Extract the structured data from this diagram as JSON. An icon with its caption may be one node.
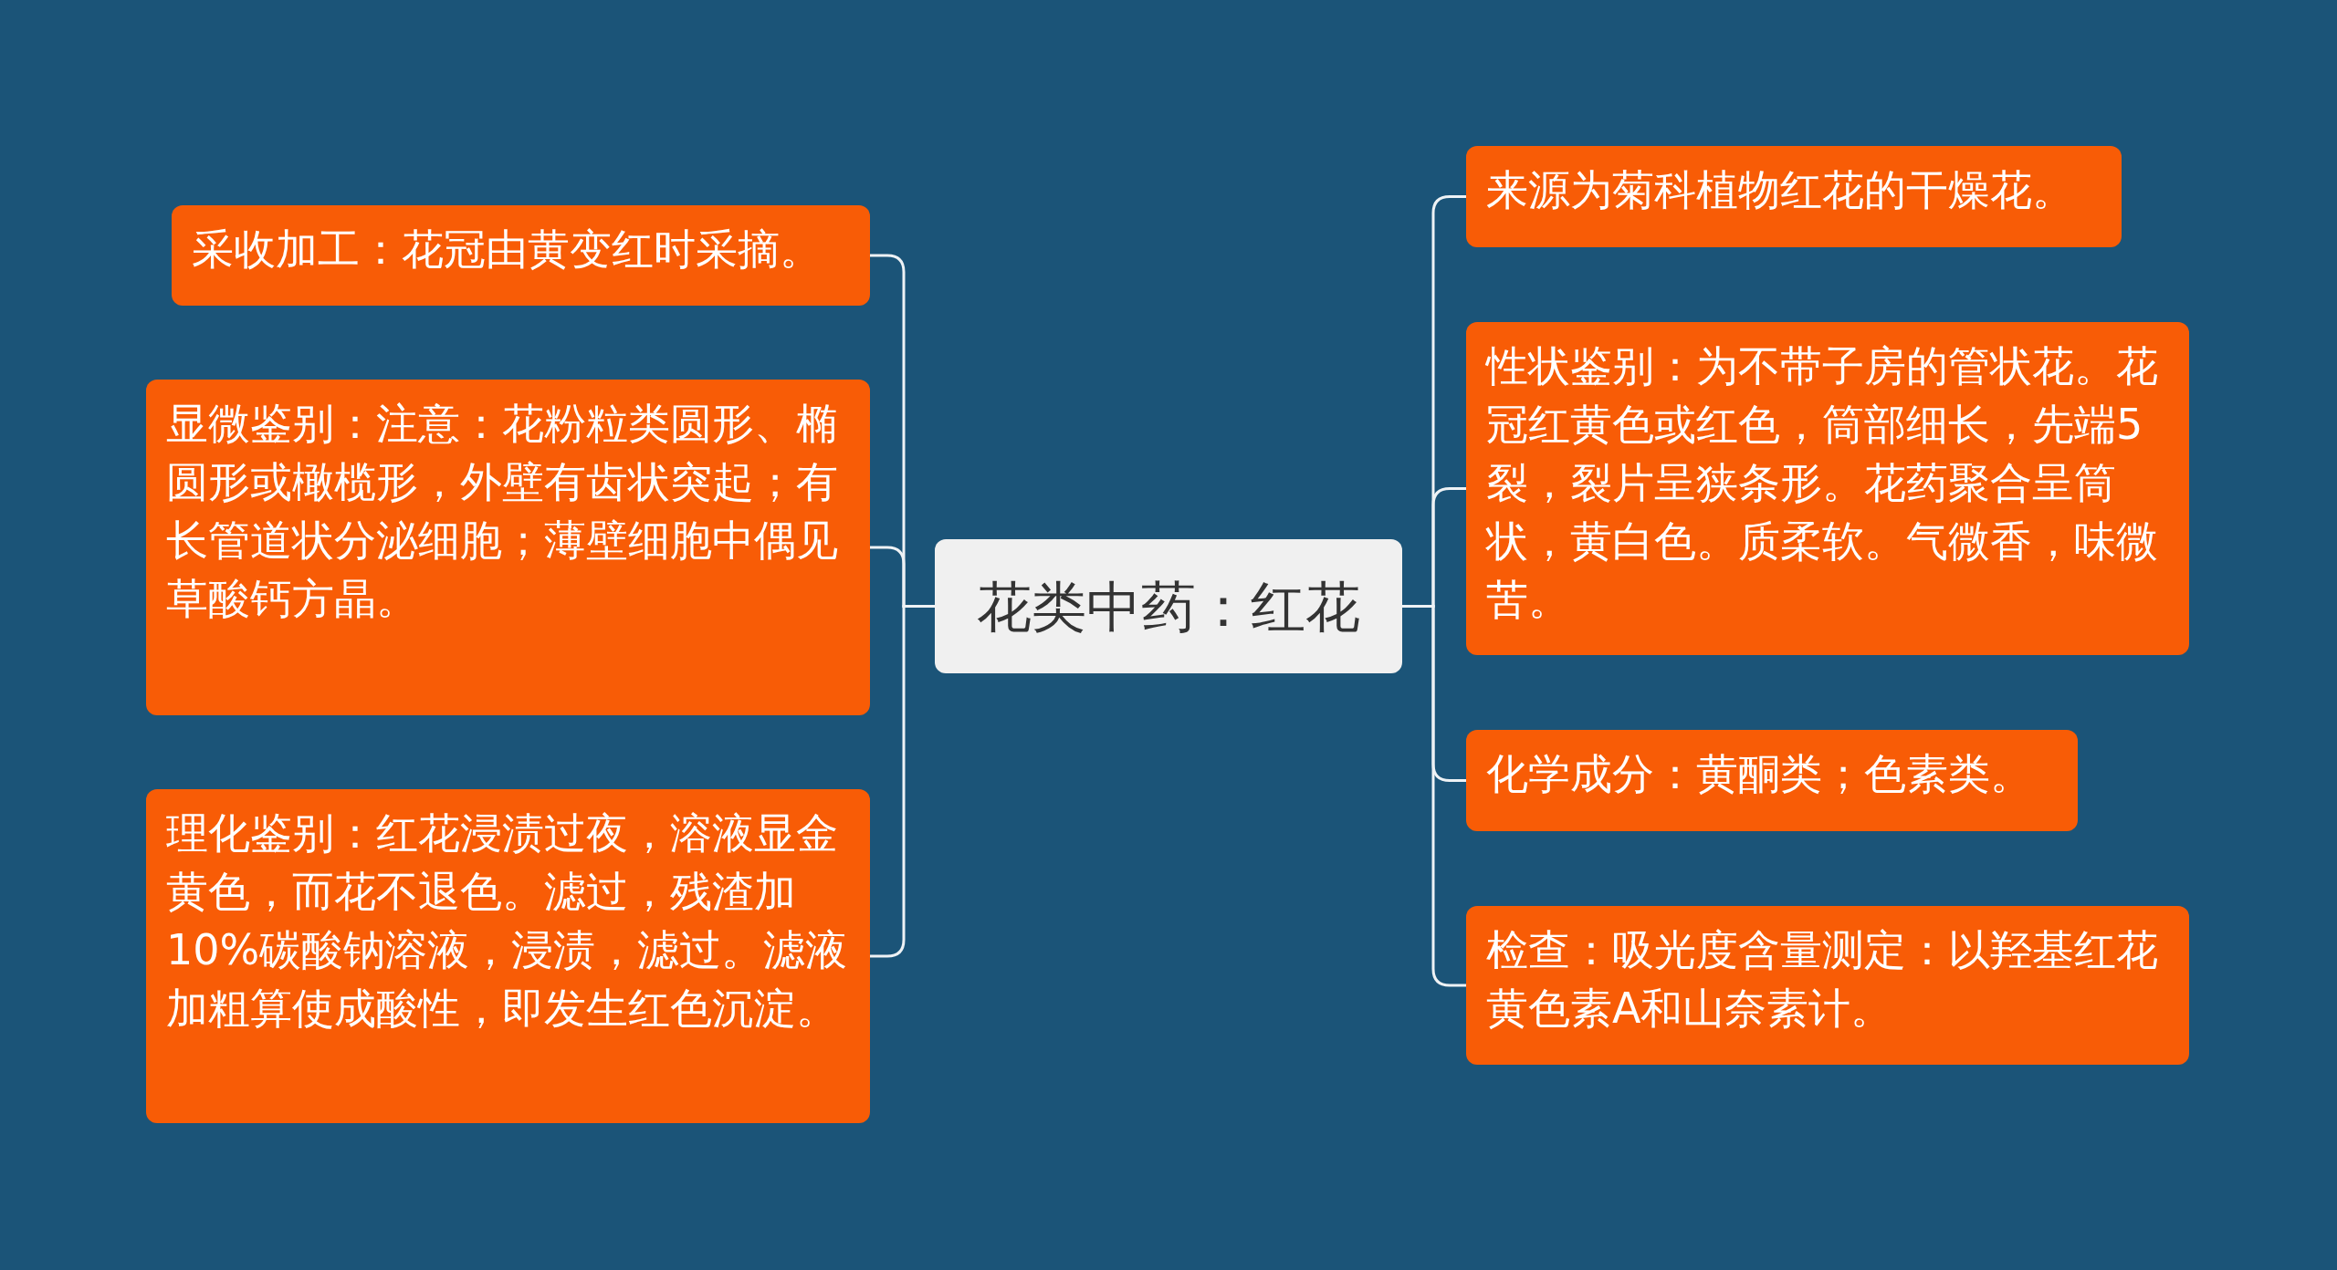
{
  "diagram": {
    "nodes": [
      {
        "text": [
          "花类中药：红花"
        ]
      },
      {
        "text": [
          "采收加工：花冠由黄变红时采摘。"
        ]
      },
      {
        "text": [
          "显微鉴别：注意：花粉粒类圆形、椭圆形或橄榄形，外壁有齿状突起；有长管道状分泌细胞；薄壁细胞中偶见草酸钙方晶。"
        ]
      },
      {
        "text": [
          "理化鉴别：红花浸渍过夜，溶液显金黄色，而花不退色。滤过，残渣加10%碳酸钠溶液，浸渍，滤过。滤液加粗算使成酸性，即发生红色沉淀。"
        ]
      },
      {
        "text": [
          "来源为菊科植物红花的干燥花。"
        ]
      },
      {
        "text": [
          "性状鉴别：为不带子房的管状花。花冠红黄色或红色，筒部细长，先端5裂，裂片呈狭条形。花药聚合呈筒状，黄白色。质柔软。气微香，味微苦。"
        ]
      },
      {
        "text": [
          "化学成分：黄酮类；色素类。"
        ]
      },
      {
        "text": [
          "检查：吸光度含量测定：以羟基红花黄色素A和山奈素计。"
        ]
      }
    ],
    "edges": [
      {
        "from": 0,
        "to": 1,
        "arrow": "none"
      },
      {
        "from": 0,
        "to": 2,
        "arrow": "none"
      },
      {
        "from": 0,
        "to": 3,
        "arrow": "none"
      },
      {
        "from": 0,
        "to": 4,
        "arrow": "none"
      },
      {
        "from": 0,
        "to": 5,
        "arrow": "none"
      },
      {
        "from": 0,
        "to": 6,
        "arrow": "none"
      },
      {
        "from": 0,
        "to": 7,
        "arrow": "none"
      }
    ]
  }
}
